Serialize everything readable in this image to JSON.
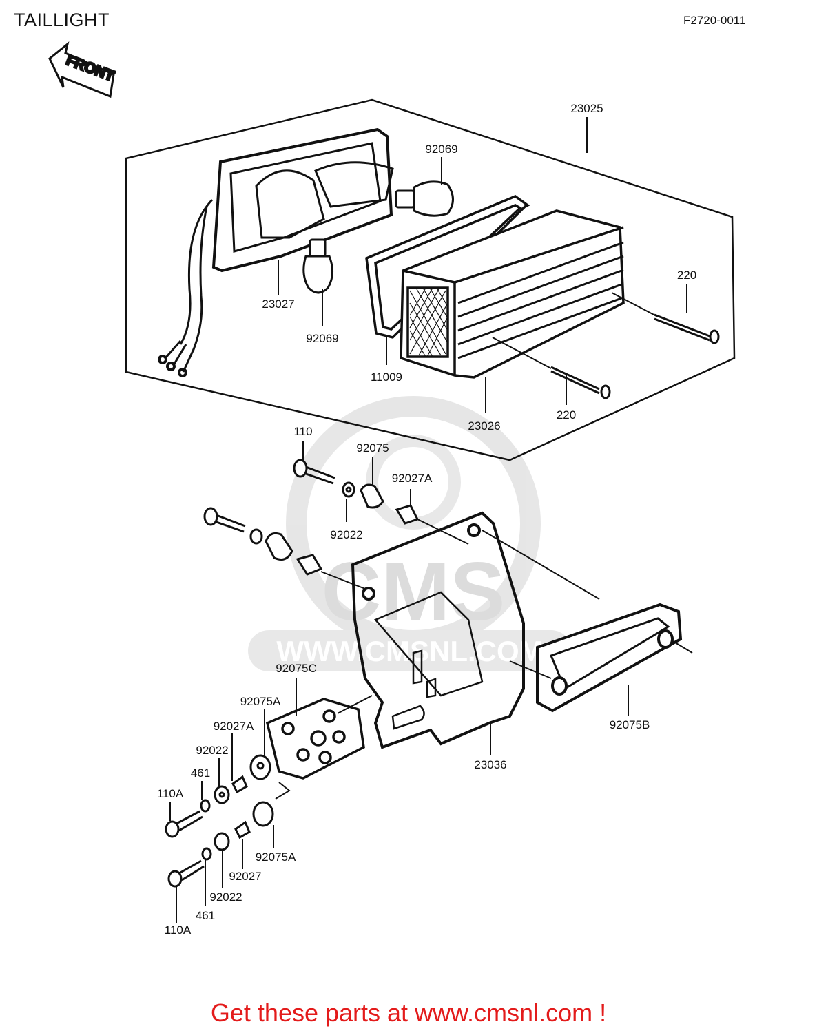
{
  "title": "TAILLIGHT",
  "diagram_code": "F2720-0011",
  "front_label": "FRONT",
  "watermark": {
    "logo": "CMS",
    "url": "WWW.CMSNL.COM"
  },
  "footer": "Get these parts at www.cmsnl.com !",
  "parts": [
    {
      "id": "p23025",
      "label": "23025"
    },
    {
      "id": "p92069a",
      "label": "92069"
    },
    {
      "id": "p220a",
      "label": "220"
    },
    {
      "id": "p23027",
      "label": "23027"
    },
    {
      "id": "p92069b",
      "label": "92069"
    },
    {
      "id": "p11009",
      "label": "11009"
    },
    {
      "id": "p23026",
      "label": "23026"
    },
    {
      "id": "p220b",
      "label": "220"
    },
    {
      "id": "p110",
      "label": "110"
    },
    {
      "id": "p92075",
      "label": "92075"
    },
    {
      "id": "p92027A",
      "label": "92027A"
    },
    {
      "id": "p92022a",
      "label": "92022"
    },
    {
      "id": "p92075C",
      "label": "92075C"
    },
    {
      "id": "p92075Aa",
      "label": "92075A"
    },
    {
      "id": "p92027Ab",
      "label": "92027A"
    },
    {
      "id": "p92022b",
      "label": "92022"
    },
    {
      "id": "p461a",
      "label": "461"
    },
    {
      "id": "p110Aa",
      "label": "110A"
    },
    {
      "id": "p92075B",
      "label": "92075B"
    },
    {
      "id": "p23036",
      "label": "23036"
    },
    {
      "id": "p92075Ab",
      "label": "92075A"
    },
    {
      "id": "p92027",
      "label": "92027"
    },
    {
      "id": "p92022c",
      "label": "92022"
    },
    {
      "id": "p461b",
      "label": "461"
    },
    {
      "id": "p110Ab",
      "label": "110A"
    }
  ]
}
